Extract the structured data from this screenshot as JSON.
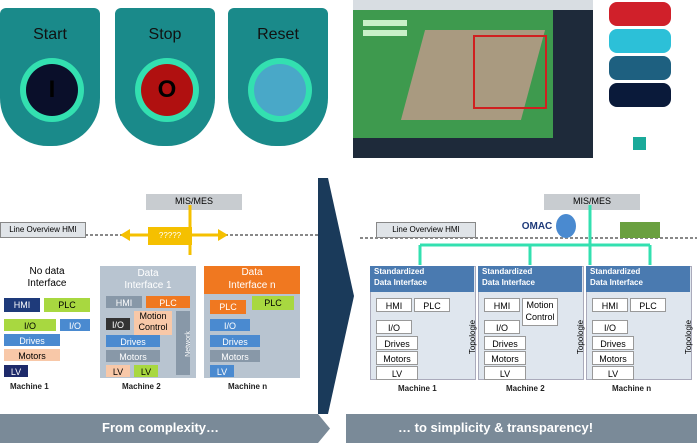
{
  "buttons": [
    {
      "label": "Start",
      "symbol": "I",
      "core_color": "#0a0f2a"
    },
    {
      "label": "Stop",
      "symbol": "O",
      "core_color": "#b01010"
    },
    {
      "label": "Reset",
      "symbol": "",
      "core_color": "#49a8c8"
    }
  ],
  "left_diagram": {
    "mis_label": "MIS/MES",
    "line_hmi_label": "Line Overview HMI",
    "question": "?????",
    "machines": [
      {
        "header": "No data\nInterface",
        "items": [
          "HMI",
          "PLC",
          "I/O",
          "I/O",
          "Drives",
          "Motors",
          "LV"
        ],
        "caption": "Machine 1"
      },
      {
        "header": "Data\nInterface 1",
        "items": [
          "HMI",
          "PLC",
          "I/O",
          "Motion\nControl",
          "Drives",
          "Motors",
          "LV",
          "LV"
        ],
        "network": "Network",
        "caption": "Machine 2"
      },
      {
        "header": "Data\nInterface n",
        "items": [
          "PLC",
          "PLC",
          "I/O",
          "Drives",
          "Motors",
          "LV"
        ],
        "caption": "Machine n"
      }
    ]
  },
  "right_diagram": {
    "mis_label": "MIS/MES",
    "line_hmi_label": "Line Overview HMI",
    "omac_label": "OMAC",
    "machines": [
      {
        "header": "Standardized\nData Interface",
        "items": [
          "HMI",
          "PLC",
          "I/O",
          "Drives",
          "Motors",
          "LV"
        ],
        "topology": "Topologie",
        "caption": "Machine 1"
      },
      {
        "header": "Standardized\nData Interface",
        "items": [
          "HMI",
          "Motion\nControl",
          "I/O",
          "Drives",
          "Motors",
          "LV"
        ],
        "topology": "Topologie",
        "caption": "Machine 2"
      },
      {
        "header": "Standardized\nData Interface",
        "items": [
          "HMI",
          "PLC",
          "I/O",
          "Drives",
          "Motors",
          "LV"
        ],
        "topology": "Topologie",
        "caption": "Machine n"
      }
    ]
  },
  "footer": {
    "left": "From complexity…",
    "right": "… to simplicity & transparency!"
  },
  "colors": {
    "teal": "#1a8a8a",
    "accent_green": "#33e0b0",
    "orange": "#f07820",
    "navy": "#1e3a7a",
    "panel_blue": "#4a7ab0"
  }
}
